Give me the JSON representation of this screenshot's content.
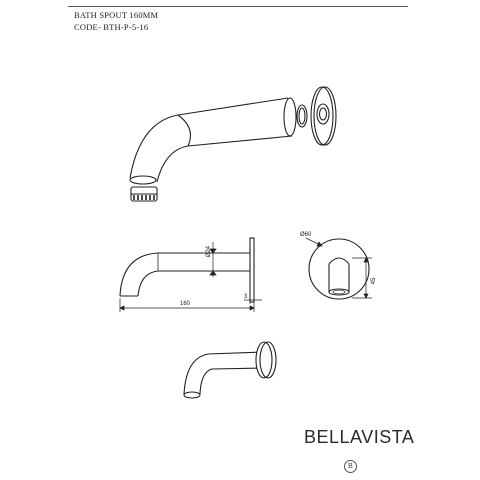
{
  "header": {
    "title": "BATH SPOUT 160MM",
    "code": "CODE- BTH-P-5-16"
  },
  "dimensions": {
    "outlet_diameter": "Ø24",
    "length": "160",
    "wall_gap": "3",
    "plate_diameter": "Ø60",
    "height": "45"
  },
  "brand": {
    "name": "BELLAVISTA",
    "mark": "B"
  }
}
